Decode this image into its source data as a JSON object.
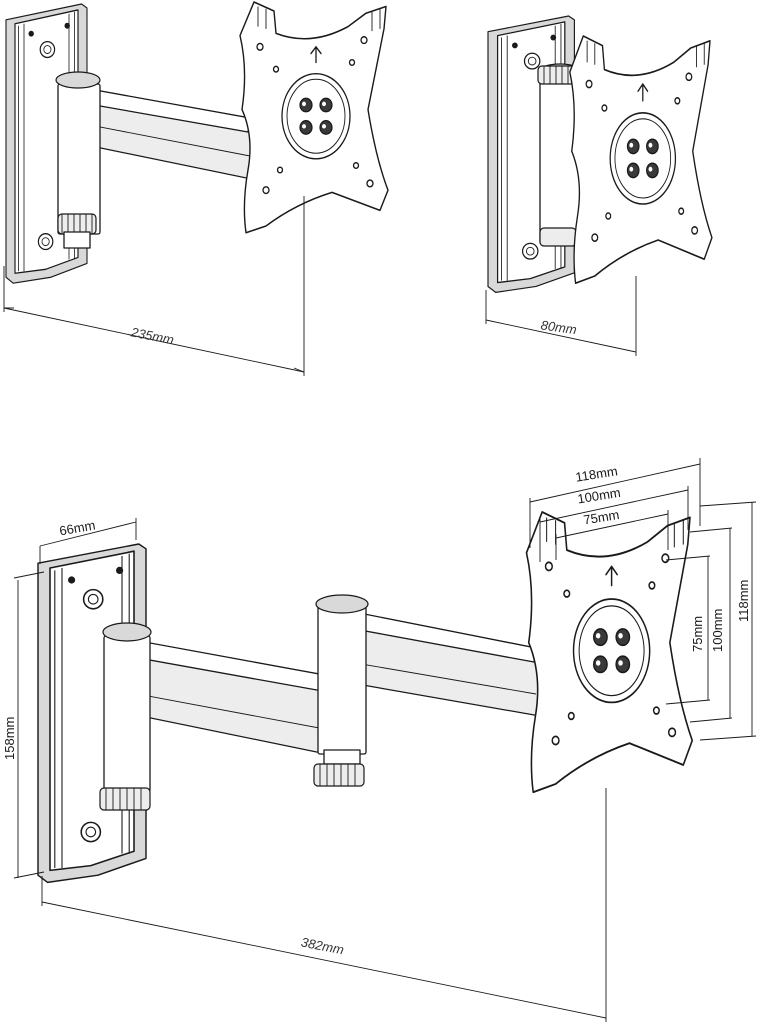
{
  "figures": [
    {
      "name": "single-arm-extended",
      "dimensions": {
        "length_label": "235mm"
      }
    },
    {
      "name": "single-arm-folded",
      "dimensions": {
        "depth_label": "80mm"
      }
    },
    {
      "name": "double-arm-extended",
      "dimensions": {
        "wall_plate_width_label": "66mm",
        "wall_plate_height_label": "158mm",
        "total_length_label": "382mm",
        "vesa_118_h_label": "118mm",
        "vesa_100_h_label": "100mm",
        "vesa_75_h_label": "75mm",
        "vesa_75_v_label": "75mm",
        "vesa_100_v_label": "100mm",
        "vesa_118_v_label": "118mm"
      }
    }
  ],
  "colors": {
    "line": "#1a1a1a",
    "fill_grey": "#d9d9d9",
    "background": "#ffffff"
  }
}
